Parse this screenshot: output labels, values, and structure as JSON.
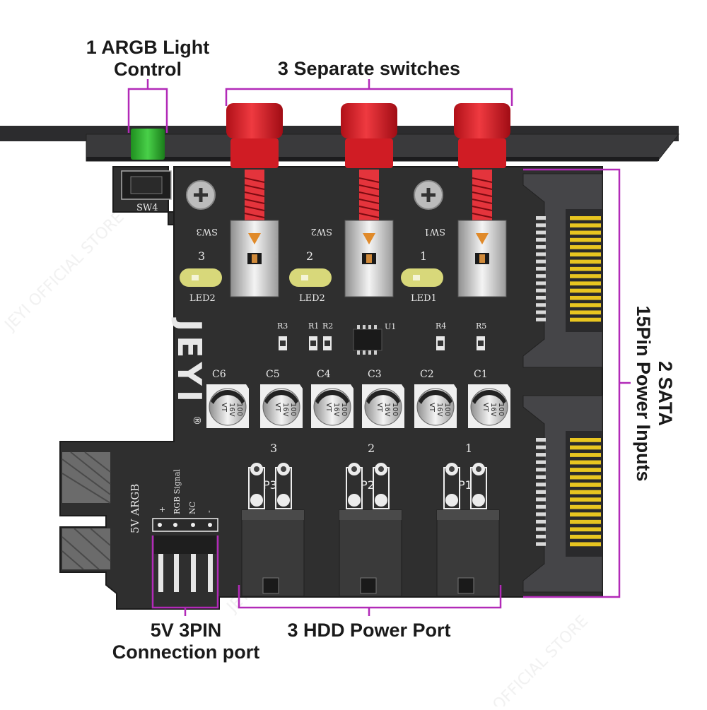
{
  "callouts": {
    "argb_control": [
      "1 ARGB Light",
      "Control"
    ],
    "switches": "3 Separate switches",
    "sata": [
      "2 SATA",
      "15Pin Power Inputs"
    ],
    "pin_port": [
      "5V 3PIN",
      "Connection port"
    ],
    "hdd_port": "3 HDD Power Port"
  },
  "board": {
    "brand": "JEYI",
    "trademark": "®",
    "argb_switch": "SW4",
    "switch_labels": [
      "SW3",
      "SW2",
      "SW1"
    ],
    "channel_numbers": [
      "3",
      "2",
      "1"
    ],
    "led_labels": [
      "LED2",
      "LED2",
      "LED1"
    ],
    "resistors": [
      "R3",
      "R1",
      "R2",
      "R4",
      "R5"
    ],
    "ic": "U1",
    "capacitor_labels": [
      "C6",
      "C5",
      "C4",
      "C3",
      "C2",
      "C1"
    ],
    "capacitor_marking": [
      "100",
      "16V",
      "VT"
    ],
    "port_labels": [
      "P3",
      "P2",
      "P1"
    ],
    "header_title": "5V  ARGB",
    "header_pins": [
      "+",
      "RGB Signal",
      "NC",
      "-"
    ]
  },
  "watermark": "JEYI OFFICIAL STORE",
  "colors": {
    "annotation": "#b22ab8",
    "pcb": "#2f2f2f",
    "bracket": "#3a3a3c",
    "switch_cap": "#d8202a",
    "argb_button": "#2fb52f",
    "sata_contacts": "#e8c520",
    "led": "#d8d87a"
  }
}
